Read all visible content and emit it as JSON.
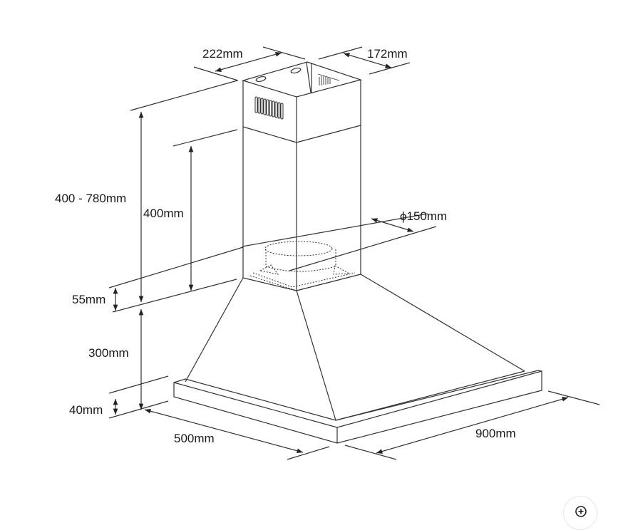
{
  "diagram": {
    "subject": "Chimney cooker hood dimension drawing",
    "labels": {
      "chimney_width": "222mm",
      "chimney_depth": "172mm",
      "chimney_height_range": "400 - 780mm",
      "chimney_lower_section": "400mm",
      "duct_diameter": "ϕ150mm",
      "collar_height": "55mm",
      "canopy_height": "300mm",
      "base_height": "40mm",
      "depth": "500mm",
      "width": "900mm"
    }
  },
  "controls": {
    "zoom_button_icon": "zoom-in-icon"
  }
}
